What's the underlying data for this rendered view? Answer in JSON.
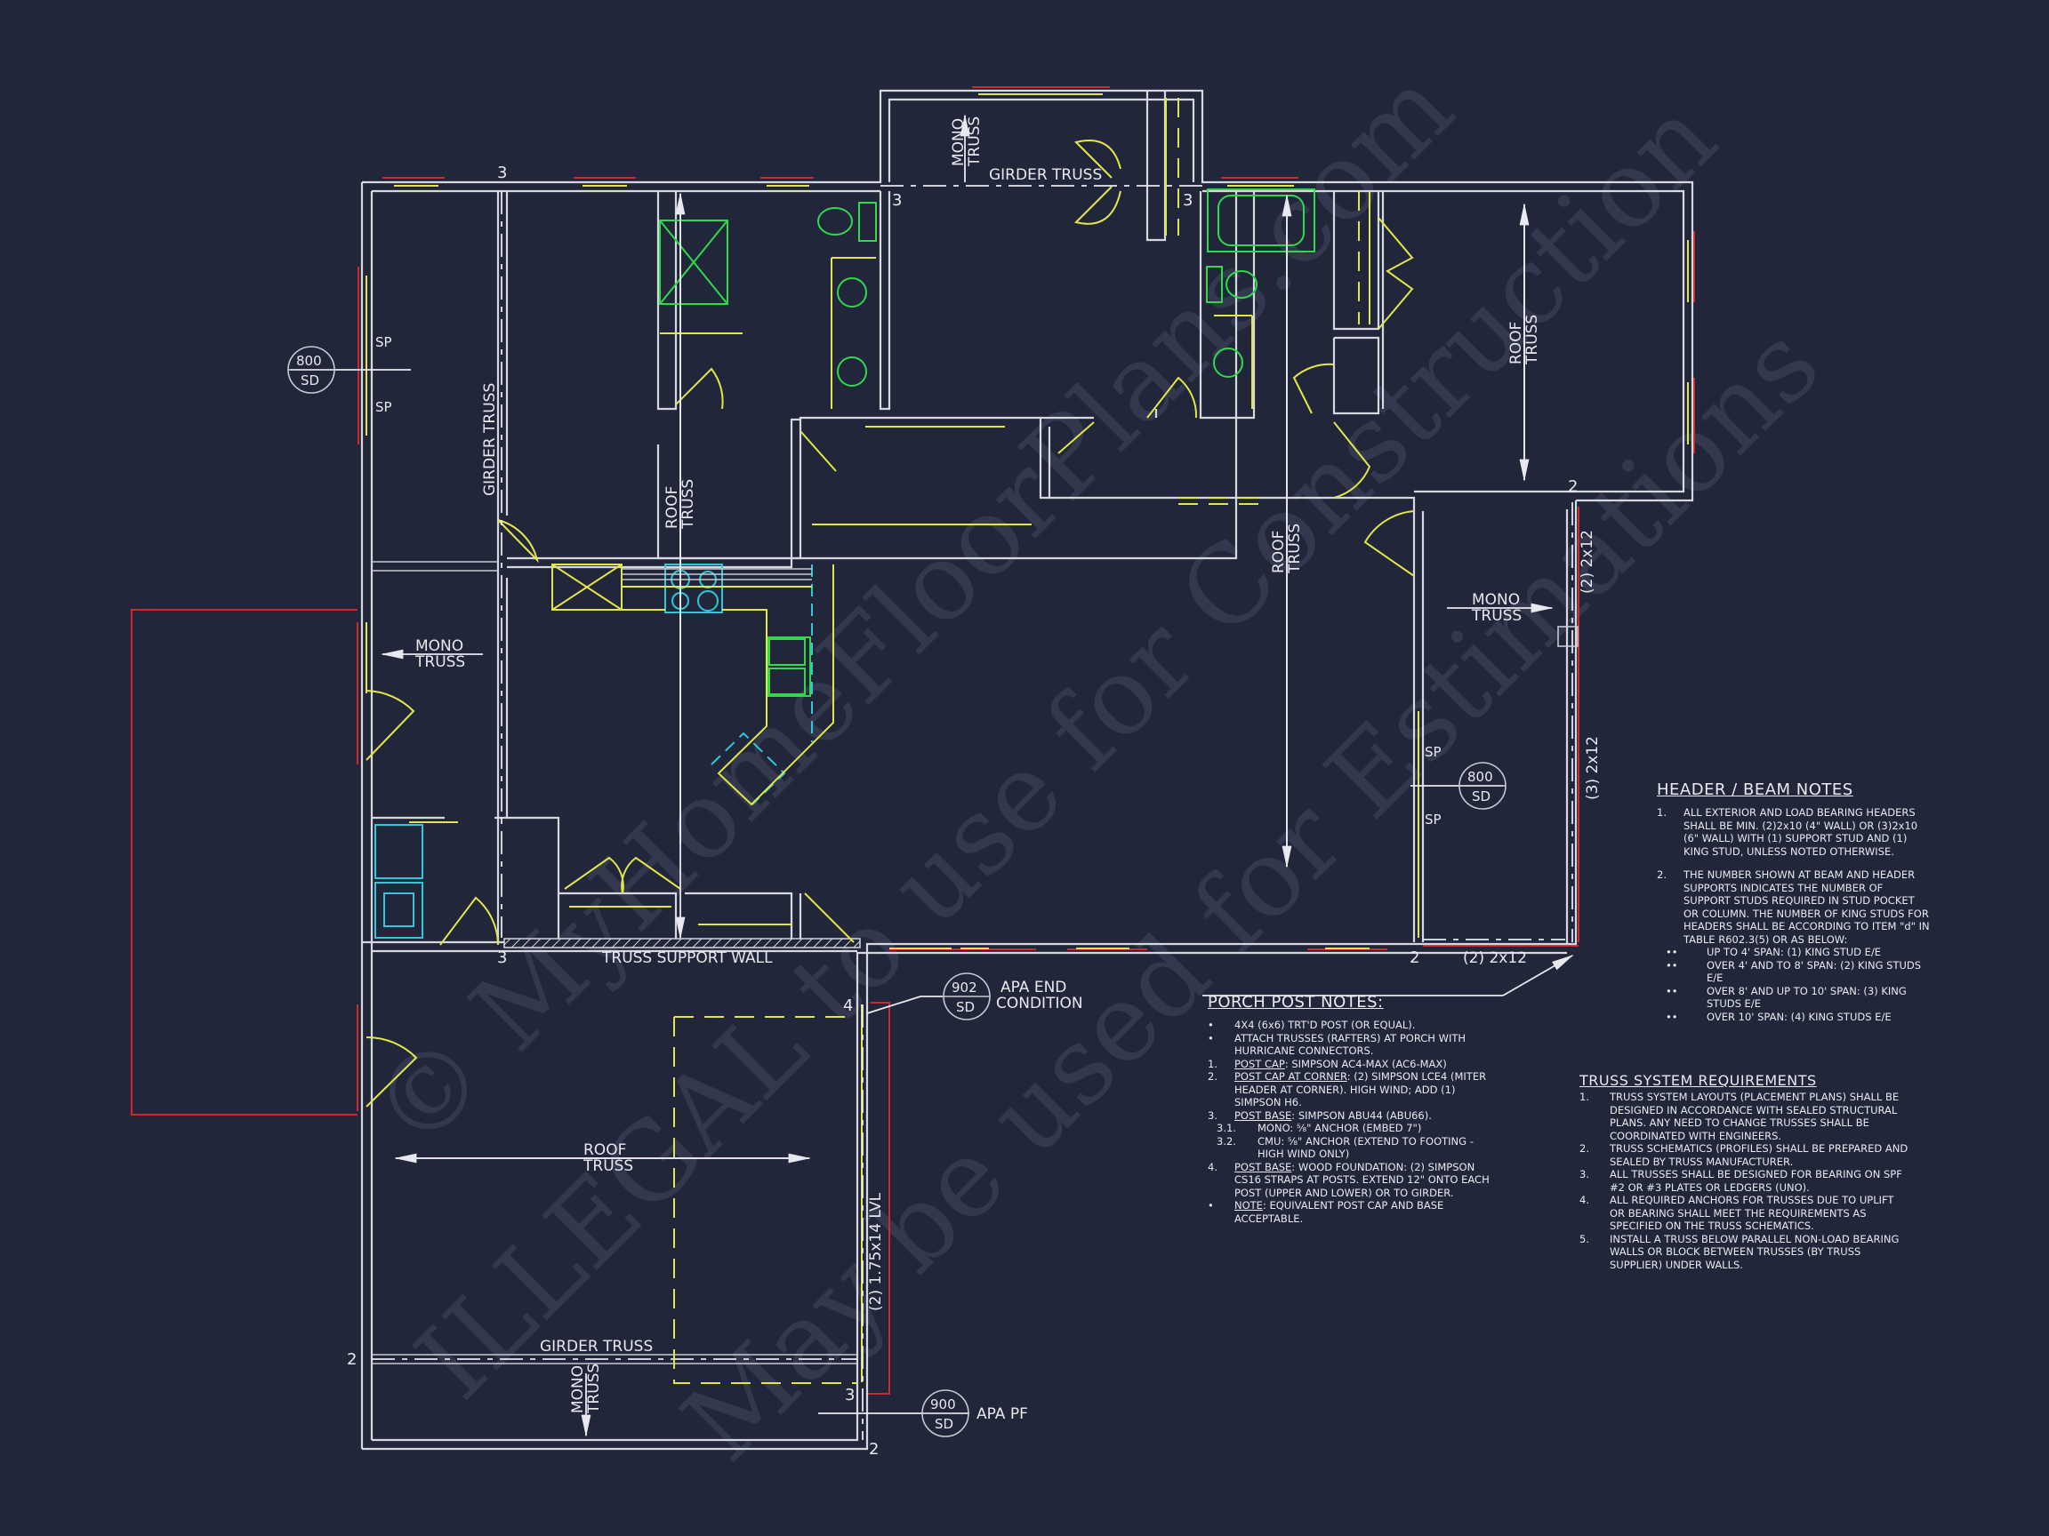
{
  "drawing": {
    "background": "#22263a",
    "colors": {
      "wall": "#d6d8e0",
      "window_door": "#e2e64a",
      "header_red": "#d0262e",
      "plumbing_green": "#2fd94a",
      "appliance_cyan": "#2ec8d8"
    },
    "watermark": {
      "line1": "© MyHomeFloorPlans.com",
      "line2": "ILLEGAL to use for Construction",
      "line3": "May be used for Estimations"
    },
    "labels": {
      "girder_truss_top": "GIRDER TRUSS",
      "mono_truss_top_1": "MONO",
      "mono_truss_top_2": "TRUSS",
      "girder_truss_left": "GIRDER TRUSS",
      "roof_truss_center_1": "ROOF",
      "roof_truss_center_2": "TRUSS",
      "roof_truss_living_1": "ROOF",
      "roof_truss_living_2": "TRUSS",
      "roof_truss_bed_1": "ROOF",
      "roof_truss_bed_2": "TRUSS",
      "mono_truss_left_1": "MONO",
      "mono_truss_left_2": "TRUSS",
      "mono_truss_right_1": "MONO",
      "mono_truss_right_2": "TRUSS",
      "truss_support_wall": "TRUSS SUPPORT WALL",
      "roof_truss_porch_1": "ROOF",
      "roof_truss_porch_2": "TRUSS",
      "girder_truss_bottom": "GIRDER TRUSS",
      "mono_truss_bottom_1": "MONO",
      "mono_truss_bottom_2": "TRUSS",
      "beam_right_upper": "(2) 2x12",
      "beam_right_lower": "(3) 2x12",
      "beam_bottom_right": "(2) 2x12",
      "beam_porch_lvl": "(2) 1.75x14 LVL",
      "sp": "SP",
      "apa_end_1": "APA END",
      "apa_end_2": "CONDITION",
      "apa_pf": "APA PF"
    },
    "support_numbers": {
      "top_left": "3",
      "top_mid_left": "3",
      "top_mid_right": "3",
      "right_top": "2",
      "mid_left": "3",
      "mid_right": "2",
      "porch_top": "4",
      "porch_bottom_right": "3",
      "porch_bottom": "2",
      "porch_left": "2"
    },
    "section_markers": [
      {
        "id": "marker-800-left",
        "top": "800",
        "bottom": "SD"
      },
      {
        "id": "marker-800-right",
        "top": "800",
        "bottom": "SD"
      },
      {
        "id": "marker-902",
        "top": "902",
        "bottom": "SD"
      },
      {
        "id": "marker-900",
        "top": "900",
        "bottom": "SD"
      }
    ]
  },
  "header_beam_notes": {
    "title": "HEADER / BEAM NOTES",
    "items": [
      {
        "mark": "1.",
        "text": "ALL EXTERIOR AND LOAD BEARING HEADERS SHALL BE MIN. (2)2x10 (4\" WALL) OR (3)2x10 (6\" WALL) WITH (1) SUPPORT STUD AND (1) KING STUD, UNLESS NOTED OTHERWISE."
      },
      {
        "mark": "2.",
        "text": "THE NUMBER SHOWN AT BEAM AND HEADER SUPPORTS INDICATES THE NUMBER OF SUPPORT STUDS REQUIRED IN STUD POCKET OR COLUMN. THE NUMBER OF KING STUDS FOR HEADERS SHALL BE ACCORDING TO ITEM \"d\" IN TABLE R602.3(5) OR AS BELOW:"
      }
    ],
    "sub_items": [
      {
        "mark": "••",
        "text": "UP TO 4' SPAN: (1) KING STUD E/E"
      },
      {
        "mark": "••",
        "text": "OVER 4' AND TO 8' SPAN: (2) KING STUDS E/E"
      },
      {
        "mark": "••",
        "text": "OVER 8' AND UP TO 10' SPAN: (3) KING STUDS E/E"
      },
      {
        "mark": "••",
        "text": "OVER 10' SPAN: (4) KING STUDS E/E"
      }
    ]
  },
  "porch_post_notes": {
    "title": "PORCH POST NOTES:",
    "items": [
      {
        "mark": "•",
        "lead": "",
        "text": "4X4 (6x6) TRT'D POST (OR EQUAL)."
      },
      {
        "mark": "•",
        "lead": "",
        "text": "ATTACH TRUSSES (RAFTERS) AT PORCH WITH HURRICANE CONNECTORS."
      },
      {
        "mark": "1.",
        "lead": "POST CAP",
        "text": ": SIMPSON AC4-MAX (AC6-MAX)"
      },
      {
        "mark": "2.",
        "lead": "POST CAP AT CORNER",
        "text": ": (2) SIMPSON LCE4 (MITER HEADER AT CORNER). HIGH WIND; ADD (1) SIMPSON H6."
      },
      {
        "mark": "3.",
        "lead": "POST BASE",
        "text": ": SIMPSON ABU44 (ABU66)."
      },
      {
        "mark": "3.1.",
        "lead": "",
        "text": "MONO: ⅝\" ANCHOR (EMBED 7\")",
        "indent": true
      },
      {
        "mark": "3.2.",
        "lead": "",
        "text": "CMU: ⅝\" ANCHOR (EXTEND TO FOOTING - HIGH WIND ONLY)",
        "indent": true
      },
      {
        "mark": "4.",
        "lead": "POST BASE",
        "text": ": WOOD FOUNDATION: (2) SIMPSON CS16 STRAPS AT POSTS. EXTEND 12\" ONTO EACH POST (UPPER AND LOWER) OR TO GIRDER."
      },
      {
        "mark": "•",
        "lead": "NOTE",
        "text": ": EQUIVALENT POST CAP AND BASE ACCEPTABLE."
      }
    ]
  },
  "truss_system_requirements": {
    "title": "TRUSS SYSTEM REQUIREMENTS",
    "items": [
      {
        "mark": "1.",
        "text": "TRUSS SYSTEM LAYOUTS (PLACEMENT PLANS) SHALL BE DESIGNED IN ACCORDANCE WITH SEALED STRUCTURAL PLANS. ANY NEED TO CHANGE TRUSSES SHALL BE COORDINATED WITH  ENGINEERS."
      },
      {
        "mark": "2.",
        "text": "TRUSS SCHEMATICS (PROFILES) SHALL BE PREPARED AND SEALED BY TRUSS MANUFACTURER."
      },
      {
        "mark": "3.",
        "text": "ALL TRUSSES SHALL BE DESIGNED FOR BEARING ON SPF #2 OR #3 PLATES OR LEDGERS (UNO)."
      },
      {
        "mark": "4.",
        "text": "ALL REQUIRED ANCHORS FOR TRUSSES DUE TO UPLIFT OR BEARING SHALL MEET THE REQUIREMENTS AS SPECIFIED ON THE TRUSS SCHEMATICS."
      },
      {
        "mark": "5.",
        "text": "INSTALL A TRUSS BELOW PARALLEL NON-LOAD BEARING WALLS OR BLOCK BETWEEN TRUSSES (BY TRUSS SUPPLIER) UNDER WALLS."
      }
    ]
  }
}
